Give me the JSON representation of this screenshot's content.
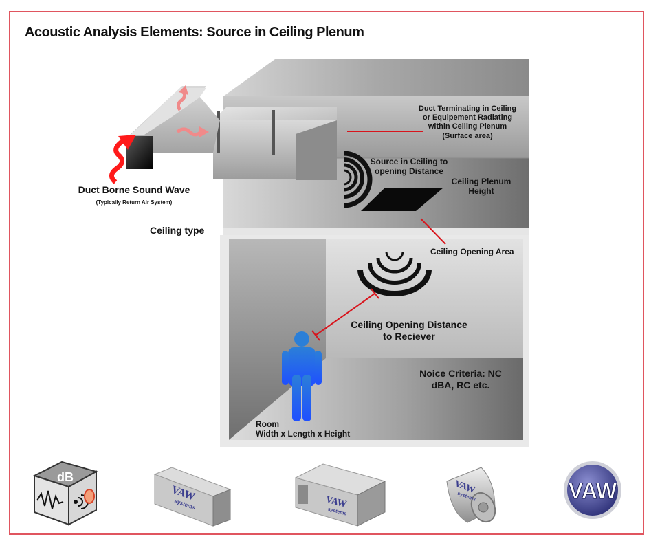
{
  "title": "Acoustic Analysis Elements: Source in Ceiling Plenum",
  "colors": {
    "frame": "#e0555f",
    "annotation_line": "#d8141c",
    "sound_wave_arrow": "#ff1a1a",
    "person": "#1f5fff",
    "vaw_brand": "#3c3f8f"
  },
  "labels": {
    "duct_terminating": [
      "Duct Terminating in Ceiling",
      "or Equipement Radiating",
      "within Ceiling Plenum",
      "(Surface area)"
    ],
    "source_to_opening": [
      "Source in Ceiling to",
      "opening Distance"
    ],
    "plenum_height": [
      "Ceiling Plenum",
      "Height"
    ],
    "duct_borne": "Duct Borne Sound Wave",
    "duct_borne_sub": "(Typically Return Air System)",
    "ceiling_type": "Ceiling type",
    "ceiling_opening_area": "Ceiling Opening Area",
    "opening_to_receiver": [
      "Ceiling Opening Distance",
      "to Reciever"
    ],
    "noise_criteria": [
      "Noice Criteria: NC",
      "dBA, RC etc."
    ],
    "room": [
      "Room",
      "Width x Length x Height"
    ]
  },
  "icons": [
    {
      "name": "db-cube-icon",
      "text": "dB"
    },
    {
      "name": "straight-duct-icon",
      "brand": "VAW",
      "sub": "systems"
    },
    {
      "name": "tee-duct-icon",
      "brand": "VAW",
      "sub": "systems"
    },
    {
      "name": "round-silencer-icon",
      "brand": "VAW",
      "sub": "systems"
    },
    {
      "name": "vaw-logo-icon",
      "text": "VAW"
    }
  ]
}
